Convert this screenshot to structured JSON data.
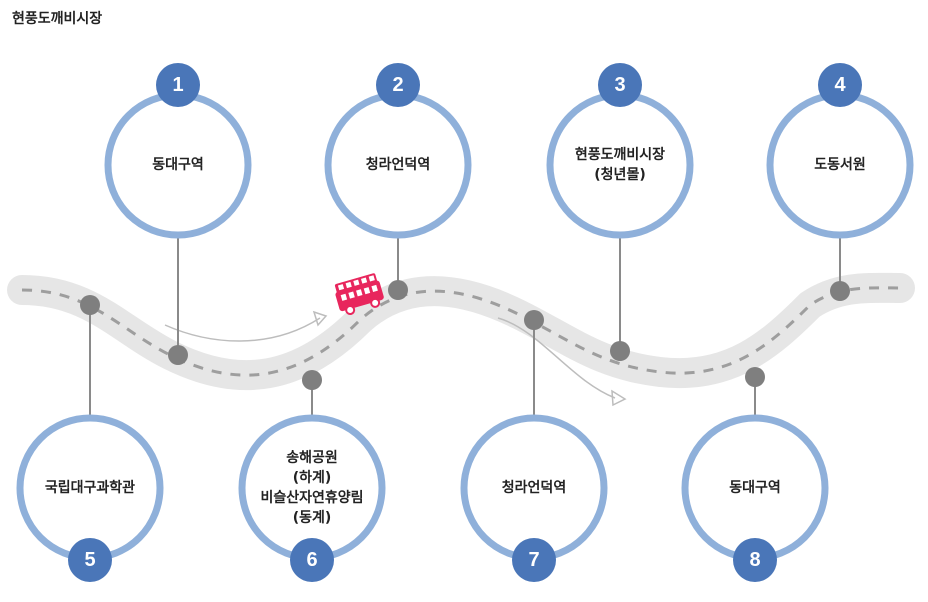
{
  "title": "현풍도깨비시장",
  "colors": {
    "road": "#e6e6e6",
    "dash": "#9e9e9e",
    "ring": "#8fb0da",
    "badge": "#4a76b8",
    "pin": "#8a8a8a",
    "bus": "#e8265d"
  },
  "stops": [
    {
      "number": "1",
      "label_lines": [
        "동대구역"
      ]
    },
    {
      "number": "2",
      "label_lines": [
        "청라언덕역"
      ]
    },
    {
      "number": "3",
      "label_lines": [
        "현풍도깨비시장",
        "(청년몰)"
      ]
    },
    {
      "number": "4",
      "label_lines": [
        "도동서원"
      ]
    },
    {
      "number": "5",
      "label_lines": [
        "국립대구과학관"
      ]
    },
    {
      "number": "6",
      "label_lines": [
        "송해공원",
        "(하계)",
        "비슬산자연휴양림",
        "(동계)"
      ]
    },
    {
      "number": "7",
      "label_lines": [
        "청라언덕역"
      ]
    },
    {
      "number": "8",
      "label_lines": [
        "동대구역"
      ]
    }
  ]
}
